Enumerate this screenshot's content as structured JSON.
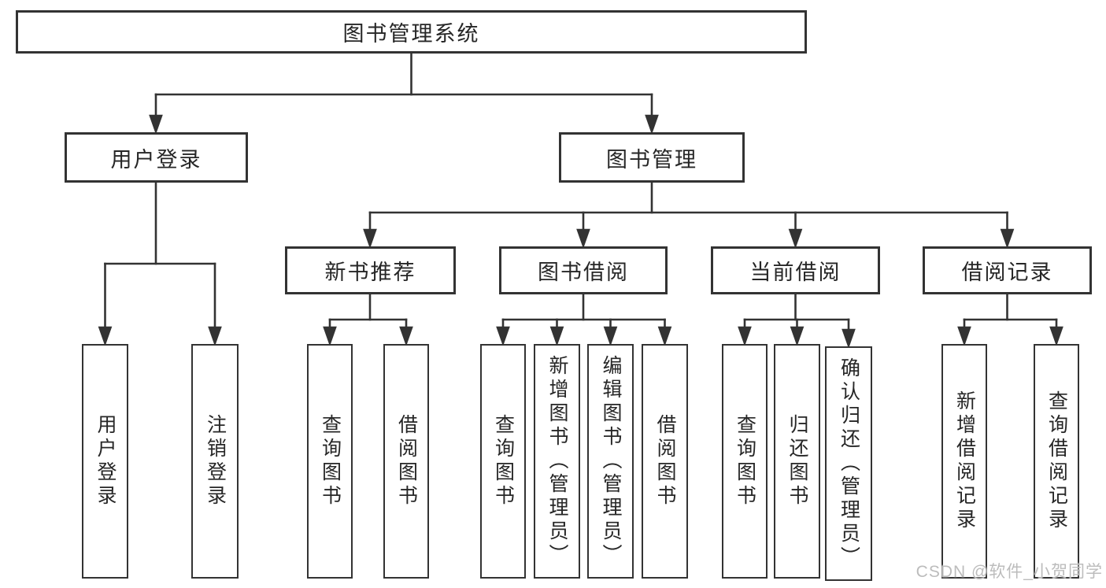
{
  "diagram": {
    "root": "图书管理系统",
    "user_login": {
      "label": "用户登录",
      "children": [
        "用户登录",
        "注销登录"
      ]
    },
    "book_mgmt": {
      "label": "图书管理",
      "sections": [
        {
          "label": "新书推荐",
          "children": [
            "查询图书",
            "借阅图书"
          ]
        },
        {
          "label": "图书借阅",
          "children": [
            "查询图书",
            "新增图书（管理员）",
            "编辑图书（管理员）",
            "借阅图书"
          ]
        },
        {
          "label": "当前借阅",
          "children": [
            "查询图书",
            "归还图书",
            "确认归还（管理员）"
          ]
        },
        {
          "label": "借阅记录",
          "children": [
            "新增借阅记录",
            "查询借阅记录"
          ]
        }
      ]
    }
  },
  "watermark": "CSDN @软件_小贺同学",
  "colors": {
    "line": "#333333",
    "box_border": "#333333",
    "box_background": "#ffffff",
    "text": "#262626",
    "watermark": "#bcbcbc",
    "background": "#ffffff"
  }
}
